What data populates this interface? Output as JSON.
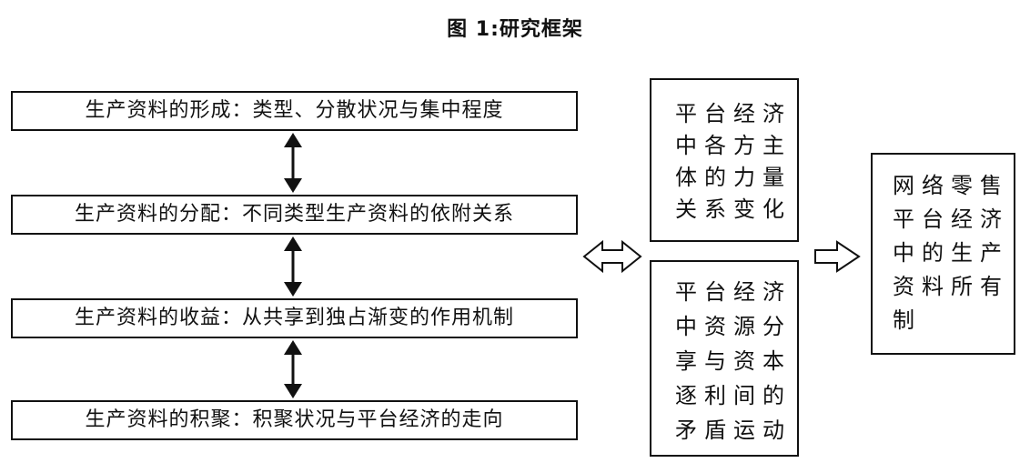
{
  "title": "图 1:研究框架",
  "left_boxes": [
    "生产资料的形成：类型、分散状况与集中程度",
    "生产资料的分配：不同类型生产资料的依附关系",
    "生产资料的收益：从共享到独占渐变的作用机制",
    "生产资料的积聚：积聚状况与平台经济的走向"
  ],
  "middle_boxes": [
    "平台经济中各方主体的力量关系变化",
    "平台经济中资源分享与资本逐利间的矛盾运动"
  ],
  "right_box": "网络零售平台经济中的生产资料所有制"
}
